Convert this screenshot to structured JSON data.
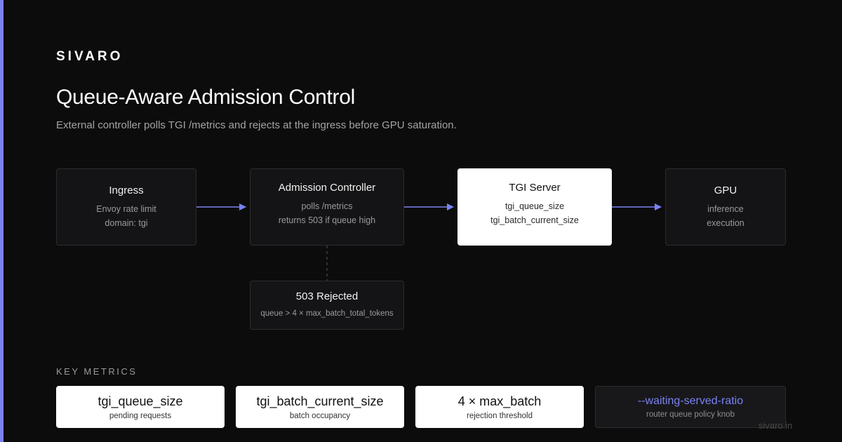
{
  "brand": "SIVARO",
  "title": "Queue-Aware Admission Control",
  "subtitle": "External controller polls TGI /metrics and rejects at the ingress before GPU saturation.",
  "colors": {
    "background": "#0c0c0c",
    "accent": "#7b82f0",
    "node_dark": "#141416",
    "node_light": "#ffffff"
  },
  "nodes": {
    "ingress": {
      "title": "Ingress",
      "lines": [
        "Envoy rate limit",
        "domain: tgi"
      ]
    },
    "controller": {
      "title": "Admission Controller",
      "lines": [
        "polls /metrics",
        "returns 503 if queue high"
      ]
    },
    "tgi": {
      "title": "TGI Server",
      "lines": [
        "tgi_queue_size",
        "tgi_batch_current_size"
      ]
    },
    "gpu": {
      "title": "GPU",
      "lines": [
        "inference",
        "execution"
      ]
    },
    "rejected": {
      "title": "503 Rejected",
      "lines": [
        "queue > 4 × max_batch_total_tokens"
      ]
    }
  },
  "metrics_section_label": "KEY METRICS",
  "metrics": [
    {
      "value": "tgi_queue_size",
      "label": "pending requests"
    },
    {
      "value": "tgi_batch_current_size",
      "label": "batch occupancy"
    },
    {
      "value": "4 × max_batch",
      "label": "rejection threshold"
    },
    {
      "value": "--waiting-served-ratio",
      "label": "router queue policy knob"
    }
  ],
  "footer_url": "sivaro.in"
}
